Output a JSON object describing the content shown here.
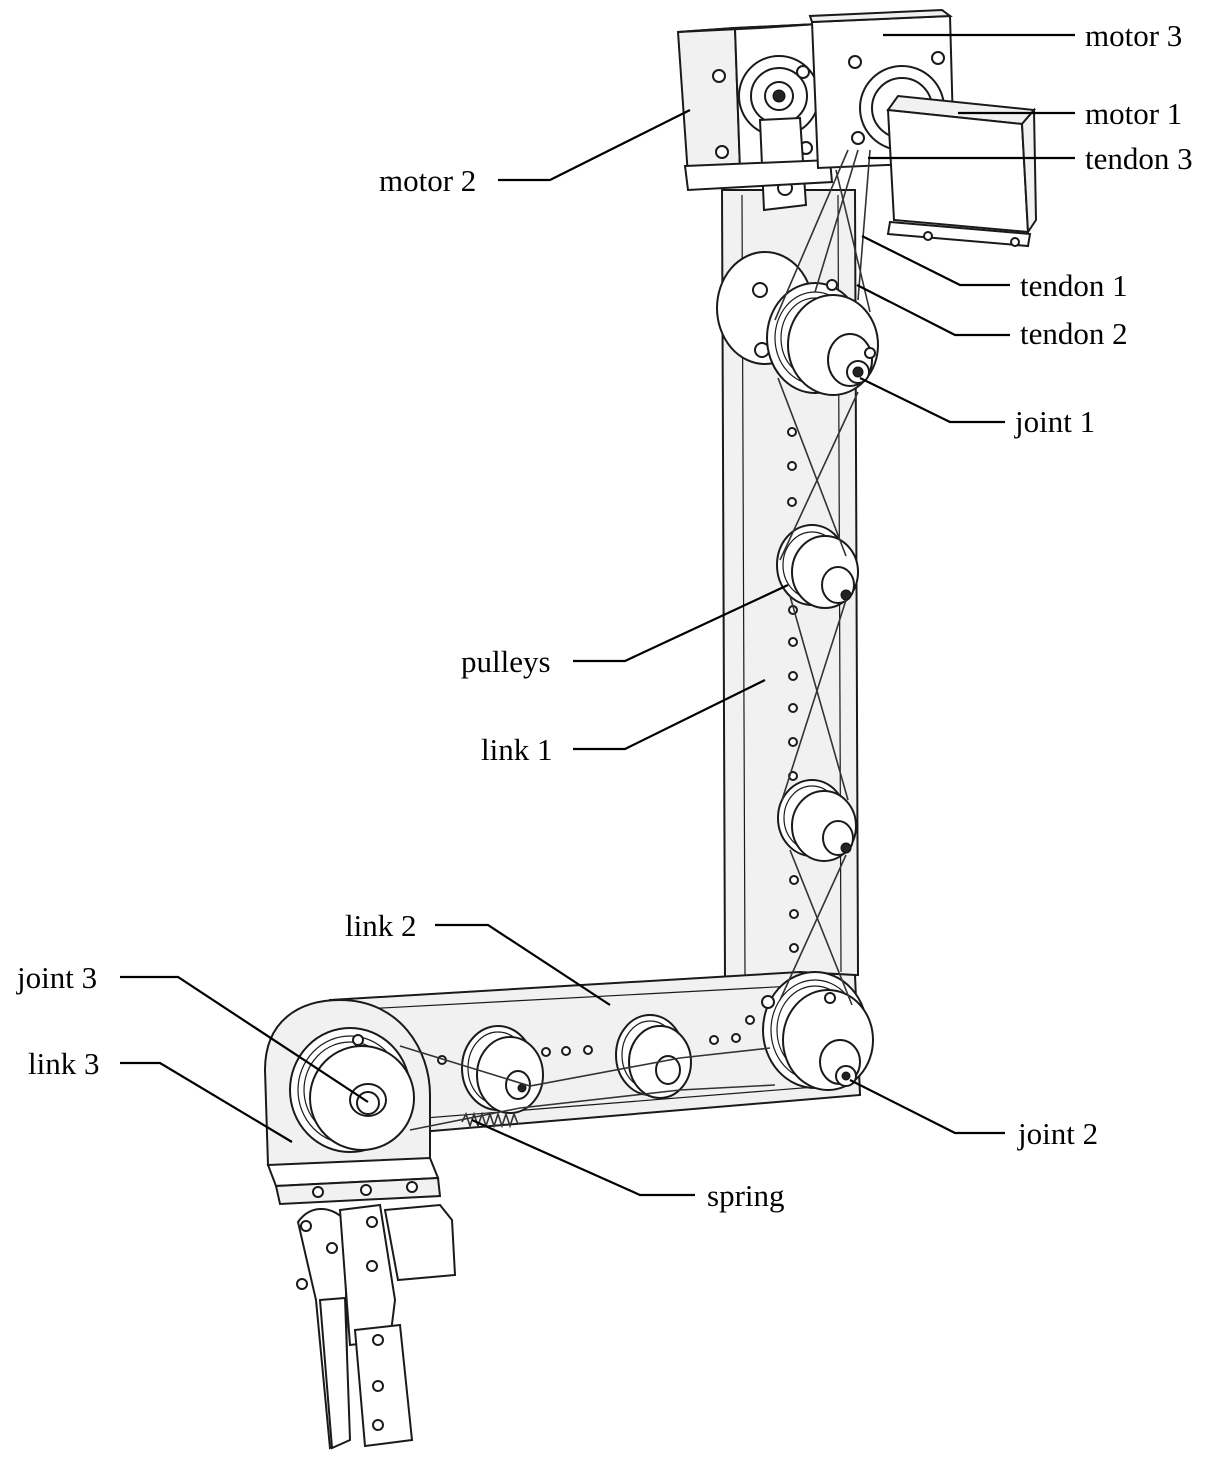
{
  "labels": {
    "motor3": "motor 3",
    "motor1": "motor 1",
    "motor2": "motor 2",
    "tendon3": "tendon 3",
    "tendon1": "tendon 1",
    "tendon2": "tendon 2",
    "joint1": "joint 1",
    "pulleys": "pulleys",
    "link1": "link 1",
    "link2": "link 2",
    "joint3": "joint 3",
    "link3": "link 3",
    "joint2": "joint 2",
    "spring": "spring"
  }
}
